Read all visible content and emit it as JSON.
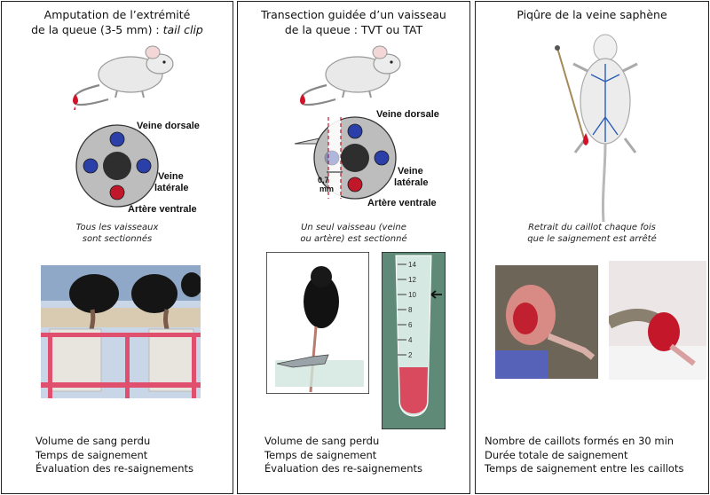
{
  "panels": [
    {
      "title_line1": "Amputation de l’extrémité",
      "title_line2": "de la queue (3-5 mm) : ",
      "title_italic": "tail clip",
      "labels": {
        "dorsal": "Veine dorsale",
        "lateral_1": "Veine",
        "lateral_2": "latérale",
        "ventral": "Artère ventrale"
      },
      "caption_line1": "Tous les vaisseaux",
      "caption_line2": "sont sectionnés",
      "outcomes": [
        "Volume de sang perdu",
        "Temps de saignement",
        "Évaluation des re-saignements"
      ]
    },
    {
      "title_line1": "Transection guidée d’un vaisseau",
      "title_line2": "de la queue : TVT ou TAT",
      "labels": {
        "dorsal": "Veine dorsale",
        "lateral_1": "Veine",
        "lateral_2": "latérale",
        "ventral": "Artère ventrale",
        "depth_1": "0,7",
        "depth_2": "mm"
      },
      "caption_line1": "Un seul vaisseau (veine",
      "caption_line2": "ou artère) est sectionné",
      "tube_marks": [
        "14",
        "12",
        "10",
        "8",
        "6",
        "4",
        "2"
      ],
      "outcomes": [
        "Volume de sang perdu",
        "Temps de saignement",
        "Évaluation des re-saignements"
      ]
    },
    {
      "title_line1": "Piqûre de la veine saphène",
      "caption_line1": "Retrait du caillot chaque fois",
      "caption_line2": "que le saignement est arrêté",
      "outcomes": [
        "Nombre de caillots formés en 30 min",
        "Durée totale de saignement",
        "Temps de saignement entre les caillots"
      ]
    }
  ],
  "colors": {
    "vein_blue": "#2b3fa8",
    "artery_red": "#c0182a",
    "blood": "#d3122a",
    "tail_disc": "#bdbdbd",
    "tail_core": "#2e2e2e"
  }
}
